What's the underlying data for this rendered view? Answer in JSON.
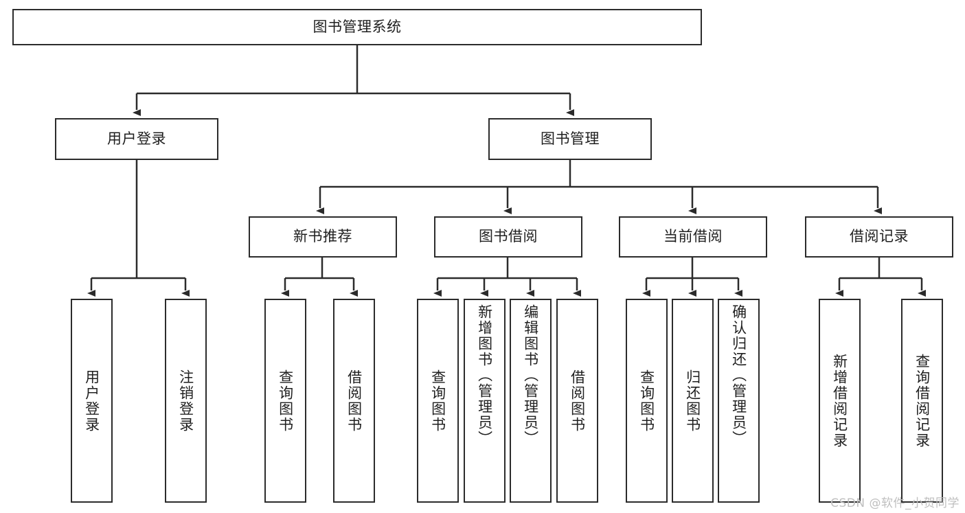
{
  "diagram": {
    "type": "tree",
    "title": "图书管理系统",
    "watermark": "CSDN @软件_小贺同学",
    "colors": {
      "stroke": "#2b2b2b",
      "text": "#1f1f1f",
      "background": "#ffffff",
      "watermark": "#bfbfbf"
    },
    "nodes": {
      "root": {
        "label": "图书管理系统"
      },
      "level1": [
        {
          "id": "user-login",
          "label": "用户登录"
        },
        {
          "id": "book-manage",
          "label": "图书管理"
        }
      ],
      "level2": [
        {
          "id": "new-book-recommend",
          "label": "新书推荐"
        },
        {
          "id": "book-borrow",
          "label": "图书借阅"
        },
        {
          "id": "current-borrow",
          "label": "当前借阅"
        },
        {
          "id": "borrow-record",
          "label": "借阅记录"
        }
      ],
      "leaves": {
        "user-login": [
          {
            "id": "leaf-user-login",
            "label": "用户登录"
          },
          {
            "id": "leaf-logout-login",
            "label": "注销登录"
          }
        ],
        "new-book-recommend": [
          {
            "id": "leaf-query-book-1",
            "label": "查询图书"
          },
          {
            "id": "leaf-borrow-book-1",
            "label": "借阅图书"
          }
        ],
        "book-borrow": [
          {
            "id": "leaf-query-book-2",
            "label": "查询图书"
          },
          {
            "id": "leaf-add-book",
            "label": "新增图书（管理员）"
          },
          {
            "id": "leaf-edit-book",
            "label": "编辑图书（管理员）"
          },
          {
            "id": "leaf-borrow-book-2",
            "label": "借阅图书"
          }
        ],
        "current-borrow": [
          {
            "id": "leaf-query-book-3",
            "label": "查询图书"
          },
          {
            "id": "leaf-return-book",
            "label": "归还图书"
          },
          {
            "id": "leaf-confirm-return",
            "label": "确认归还（管理员）"
          }
        ],
        "borrow-record": [
          {
            "id": "leaf-add-record",
            "label": "新增借阅记录"
          },
          {
            "id": "leaf-query-record",
            "label": "查询借阅记录"
          }
        ]
      }
    }
  }
}
